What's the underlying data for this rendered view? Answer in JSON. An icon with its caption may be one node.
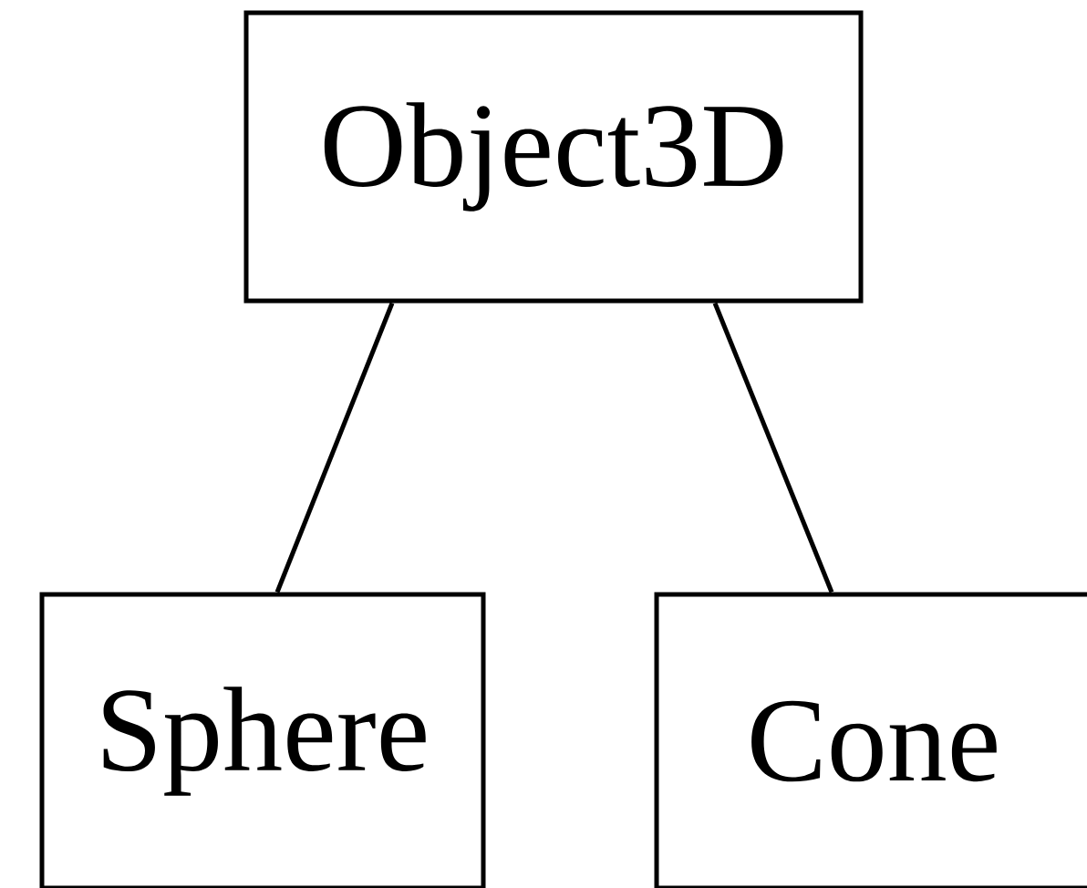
{
  "diagram": {
    "nodes": [
      {
        "text": [
          "Object3D"
        ]
      },
      {
        "text": [
          "Sphere"
        ]
      },
      {
        "text": [
          "Cone"
        ]
      }
    ],
    "edges": [
      {
        "from": 0,
        "to": 1,
        "arrow": "none"
      },
      {
        "from": 0,
        "to": 2,
        "arrow": "none"
      }
    ]
  }
}
